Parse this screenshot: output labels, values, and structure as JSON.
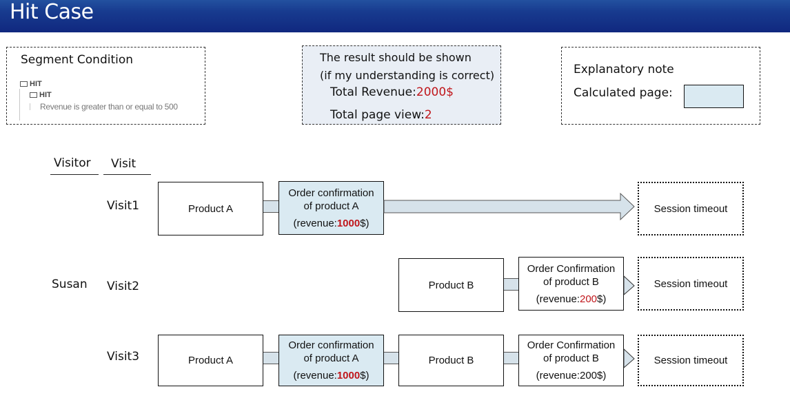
{
  "header": {
    "title": "Hit Case"
  },
  "segment_condition": {
    "title": "Segment Condition",
    "container_label": "HIT",
    "nested_container_label": "HIT",
    "condition": "Revenue is greater than or equal to 500"
  },
  "result": {
    "line1": "The result should be shown",
    "line2": "(if my understanding is correct)",
    "total_revenue_label": "Total Revenue:",
    "total_revenue_value": "2000$",
    "total_pageview_label": "Total page view:",
    "total_pageview_value": "2"
  },
  "note": {
    "title": "Explanatory note",
    "calculated_label": "Calculated page:",
    "calculated_color": "#daeaf2"
  },
  "columns": {
    "visitor": "Visitor",
    "visit": "Visit"
  },
  "visitor_name": "Susan",
  "visits": [
    {
      "label": "Visit1",
      "steps": [
        {
          "title": "Product A"
        },
        {
          "title": "Order confirmation",
          "subtitle": "of product A",
          "rev_prefix": "(revenue:",
          "rev_value": "1000",
          "rev_suffix": "$)",
          "calculated": true
        },
        {
          "title": "Session timeout"
        }
      ]
    },
    {
      "label": "Visit2",
      "steps": [
        {
          "title": "Product B"
        },
        {
          "title": "Order Confirmation",
          "subtitle": "of product B",
          "rev_prefix": "(revenue:",
          "rev_value": "200",
          "rev_suffix": "$)",
          "calculated": false
        },
        {
          "title": "Session timeout"
        }
      ]
    },
    {
      "label": "Visit3",
      "steps": [
        {
          "title": "Product A"
        },
        {
          "title": "Order confirmation",
          "subtitle": "of product A",
          "rev_prefix": "(revenue:",
          "rev_value": "1000",
          "rev_suffix": "$)",
          "calculated": true
        },
        {
          "title": "Product B"
        },
        {
          "title": "Order Confirmation",
          "subtitle": "of product B",
          "rev_text": "(revenue:200$)",
          "calculated": false
        },
        {
          "title": "Session timeout"
        }
      ]
    }
  ]
}
